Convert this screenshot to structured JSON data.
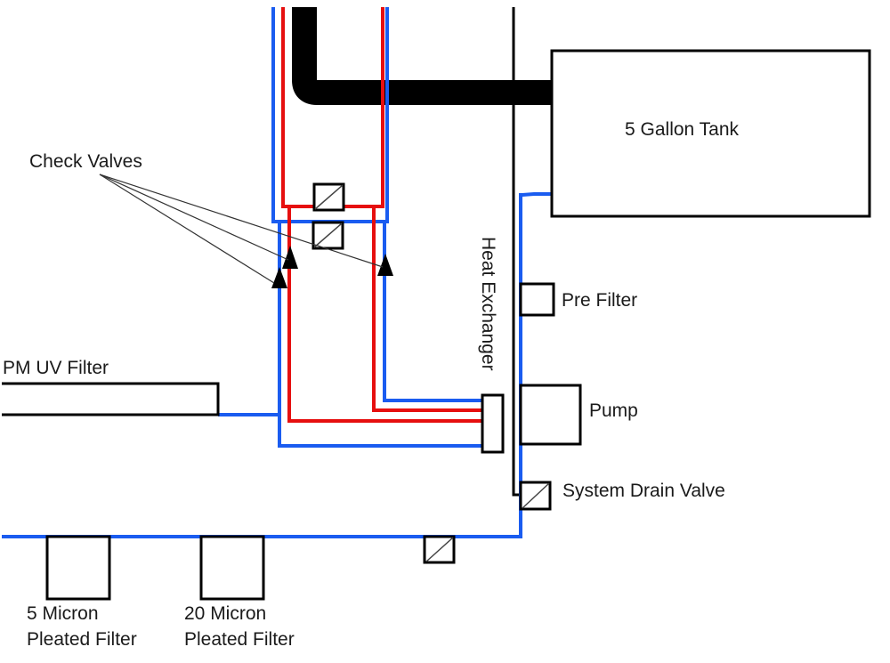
{
  "diagram": {
    "title": "",
    "colors": {
      "cold_line": "#1a5cf0",
      "hot_line": "#e60f0f",
      "structure": "#000000"
    },
    "labels": {
      "tank": "5 Gallon Tank",
      "check_valves": "Check Valves",
      "heat_exchanger": "Heat Exchanger",
      "pre_filter": "Pre Filter",
      "pump": "Pump",
      "drain_valve": "System Drain Valve",
      "uv_filter": "PM UV Filter",
      "filter_5_line1": "5 Micron",
      "filter_5_line2": "Pleated Filter",
      "filter_20_line1": "20 Micron",
      "filter_20_line2": "Pleated Filter"
    },
    "components": [
      {
        "id": "tank",
        "type": "tank"
      },
      {
        "id": "pre_filter",
        "type": "filter"
      },
      {
        "id": "pump",
        "type": "pump"
      },
      {
        "id": "drain_valve",
        "type": "valve"
      },
      {
        "id": "heat_exchanger",
        "type": "heat-exchanger"
      },
      {
        "id": "uv_filter",
        "type": "filter"
      },
      {
        "id": "filter_5",
        "type": "filter"
      },
      {
        "id": "filter_20",
        "type": "filter"
      },
      {
        "id": "valve_upper",
        "type": "valve"
      },
      {
        "id": "valve_lower",
        "type": "valve"
      },
      {
        "id": "valve_bottom",
        "type": "valve"
      },
      {
        "id": "check_valve_1",
        "type": "check-valve"
      },
      {
        "id": "check_valve_2",
        "type": "check-valve"
      },
      {
        "id": "check_valve_3",
        "type": "check-valve"
      }
    ]
  }
}
